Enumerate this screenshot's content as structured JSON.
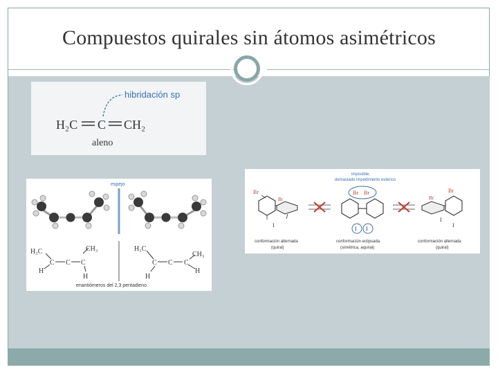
{
  "slide": {
    "title": "Compuestos quirales sin átomos asimétricos"
  },
  "allene_panel": {
    "hybridization_label": "hibridación sp",
    "formula_left": "H₂C",
    "formula_center": "C",
    "formula_right": "CH₂",
    "name": "aleno"
  },
  "enantiomers_panel": {
    "mirror_label": "espejo",
    "left_methyl_top": "H₃C",
    "left_ch3": "CH₃",
    "left_h_bottom": "H",
    "left_h_right": "H",
    "left_c1": "C",
    "left_c2": "C",
    "left_c3": "C",
    "right_h3c": "H₃C",
    "right_ch3": "CH₃",
    "right_h_left": "H",
    "right_h_right": "H",
    "right_c1": "C",
    "right_c2": "C",
    "right_c3": "C",
    "caption": "enantiómeros del 2,3 pentadieno"
  },
  "biphenyl_panel": {
    "impossible_line1": "imposible,",
    "impossible_line2": "demasiado impedimento estérico",
    "br_left_top": "Br",
    "br_left_mid": "Br",
    "i_left": "I",
    "br_center_1": "Br",
    "br_center_2": "Br",
    "i_center_1": "I",
    "i_center_2": "I",
    "br_right": "Br",
    "br_right_2": "Br",
    "i_right": "I",
    "i_right_2": "I",
    "caption_left_1": "conformación alternada",
    "caption_left_2": "(quiral)",
    "caption_center_1": "conformación eclipsada",
    "caption_center_2": "(simétrica, aquiral)",
    "caption_right_1": "conformación alternada",
    "caption_right_2": "(quiral)"
  },
  "colors": {
    "content_bg": "#c4d0d4",
    "footer": "#8caaaa",
    "accent_blue": "#3a6fb5",
    "cross_red": "#c0392b"
  }
}
